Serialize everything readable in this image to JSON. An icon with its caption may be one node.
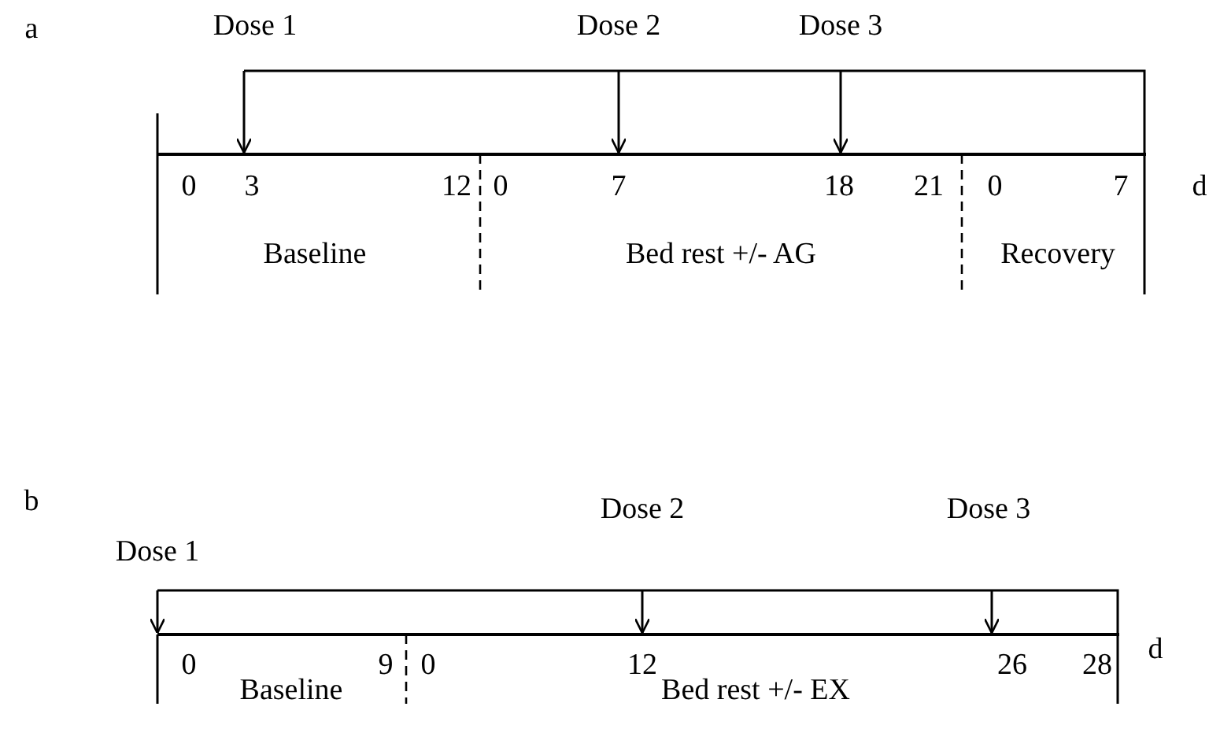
{
  "diagram": {
    "nodes": [
      {
        "text": [],
        "shape": "line"
      },
      {
        "text": [],
        "shape": "line"
      }
    ],
    "edges": [
      {
        "from": null,
        "to": 0,
        "arrow": "to"
      },
      {
        "from": null,
        "to": 0,
        "arrow": "to"
      },
      {
        "from": null,
        "to": 0,
        "arrow": "to"
      },
      {
        "from": null,
        "to": 1,
        "arrow": "to"
      },
      {
        "from": null,
        "to": 1,
        "arrow": "to"
      },
      {
        "from": null,
        "to": 1,
        "arrow": "to"
      }
    ],
    "labels": [
      "a",
      "Dose 1",
      "Dose 2",
      "Dose 3",
      "0",
      "3",
      "12",
      "0",
      "7",
      "18",
      "21",
      "0",
      "7",
      "d",
      "Baseline",
      "Bed rest +/- AG",
      "Recovery",
      "b",
      "Dose 1",
      "Dose 2",
      "Dose 3",
      "0",
      "9",
      "0",
      "12",
      "26",
      "28",
      "d",
      "Baseline",
      "Bed rest +/- EX"
    ]
  }
}
